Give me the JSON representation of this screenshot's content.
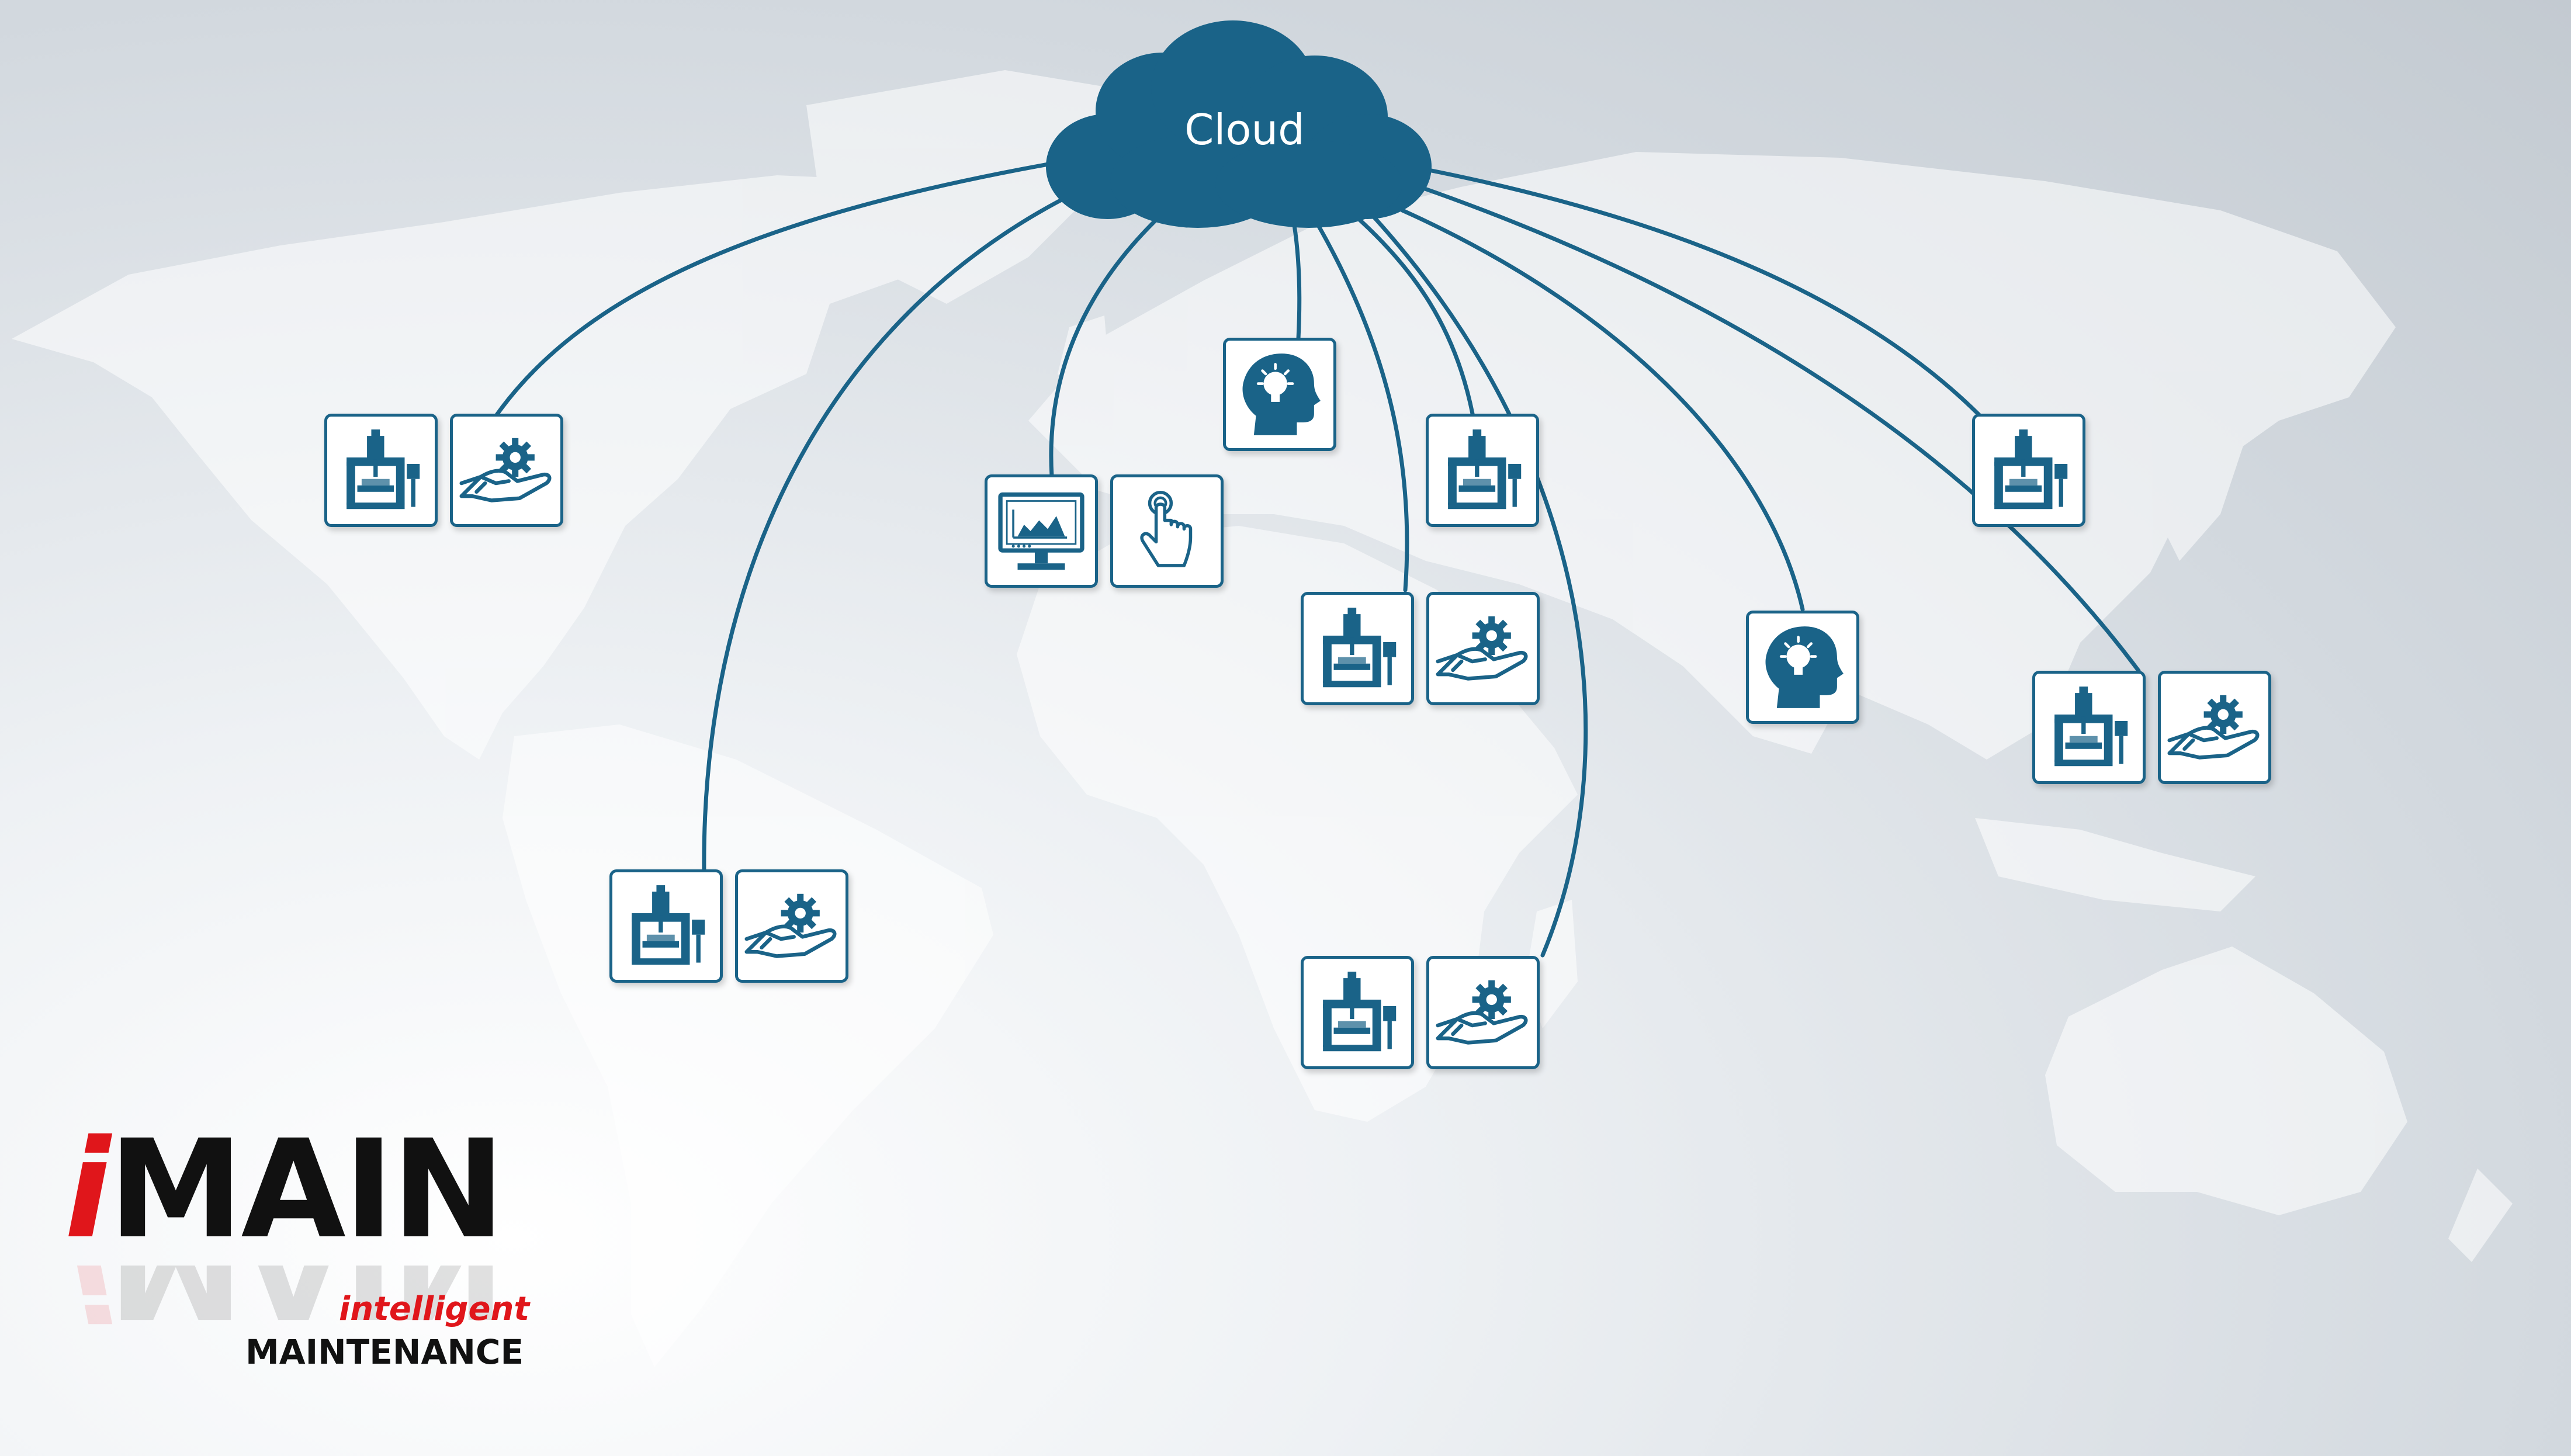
{
  "cloud": {
    "label": "Cloud",
    "color": "#1a6388"
  },
  "logo": {
    "i": "i",
    "main": "MAIN",
    "tagline_1": "intelligent",
    "tagline_2": "MAINTENANCE",
    "accent": "#e0161b"
  },
  "nodes": [
    {
      "name": "north-america",
      "icons": [
        "machine-tool-icon",
        "service-hand-gear-icon"
      ]
    },
    {
      "name": "south-america",
      "icons": [
        "machine-tool-icon",
        "service-hand-gear-icon"
      ]
    },
    {
      "name": "western-europe",
      "icons": [
        "monitor-chart-icon",
        "touch-finger-icon"
      ]
    },
    {
      "name": "northern-europe",
      "icons": [
        "knowledge-head-icon"
      ]
    },
    {
      "name": "eastern-europe",
      "icons": [
        "machine-tool-icon"
      ]
    },
    {
      "name": "north-africa",
      "icons": [
        "machine-tool-icon",
        "service-hand-gear-icon"
      ]
    },
    {
      "name": "south-africa",
      "icons": [
        "machine-tool-icon",
        "service-hand-gear-icon"
      ]
    },
    {
      "name": "india",
      "icons": [
        "knowledge-head-icon"
      ]
    },
    {
      "name": "east-asia",
      "icons": [
        "machine-tool-icon"
      ]
    },
    {
      "name": "southeast-asia",
      "icons": [
        "machine-tool-icon",
        "service-hand-gear-icon"
      ]
    }
  ]
}
